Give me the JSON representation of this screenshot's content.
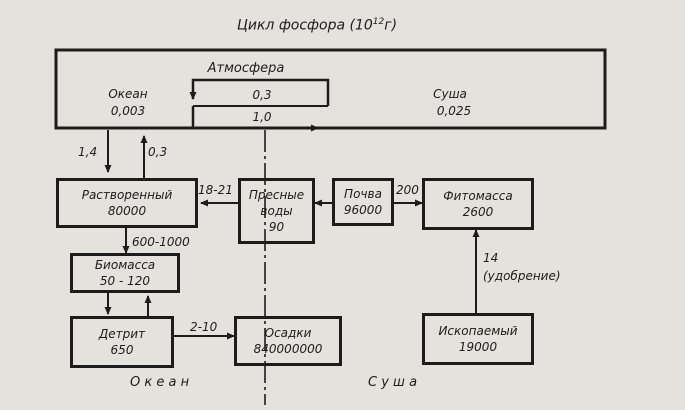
{
  "title": "Цикл фосфора (10",
  "title_sup": "12",
  "title_tail": "г)",
  "atmosphere": "Атмосфера",
  "ocean_reservoir": {
    "name": "Океан",
    "value": "0,003"
  },
  "land_reservoir": {
    "name": "Суша",
    "value": "0,025"
  },
  "flows": {
    "atm_ocean_to_land": "0,3",
    "atm_land_to_ocean": "1,0",
    "atm_to_dissolved": "1,4",
    "dissolved_to_atm": "0,3",
    "fresh_to_dissolved": "18-21",
    "soil_to_phyto": "200",
    "dissolved_to_biomass": "600-1000",
    "detritus_to_sediment": "2-10",
    "fertilizer_value": "14",
    "fertilizer_label": "(удобрение)"
  },
  "boxes": {
    "dissolved": {
      "name": "Растворенный",
      "value": "80000"
    },
    "fresh_water": {
      "name1": "Пресные",
      "name2": "воды",
      "value": "90"
    },
    "soil": {
      "name": "Почва",
      "value": "96000"
    },
    "phytomass": {
      "name": "Фитомасса",
      "value": "2600"
    },
    "biomass": {
      "name": "Биомасса",
      "value": "50 - 120"
    },
    "detritus": {
      "name": "Детрит",
      "value": "650"
    },
    "sediment": {
      "name": "Осадки",
      "value": "840000000"
    },
    "fossil": {
      "name": "Ископаемый",
      "value": "19000"
    }
  },
  "bottom_labels": {
    "ocean": "О к е а н",
    "land": "С у ш а"
  }
}
